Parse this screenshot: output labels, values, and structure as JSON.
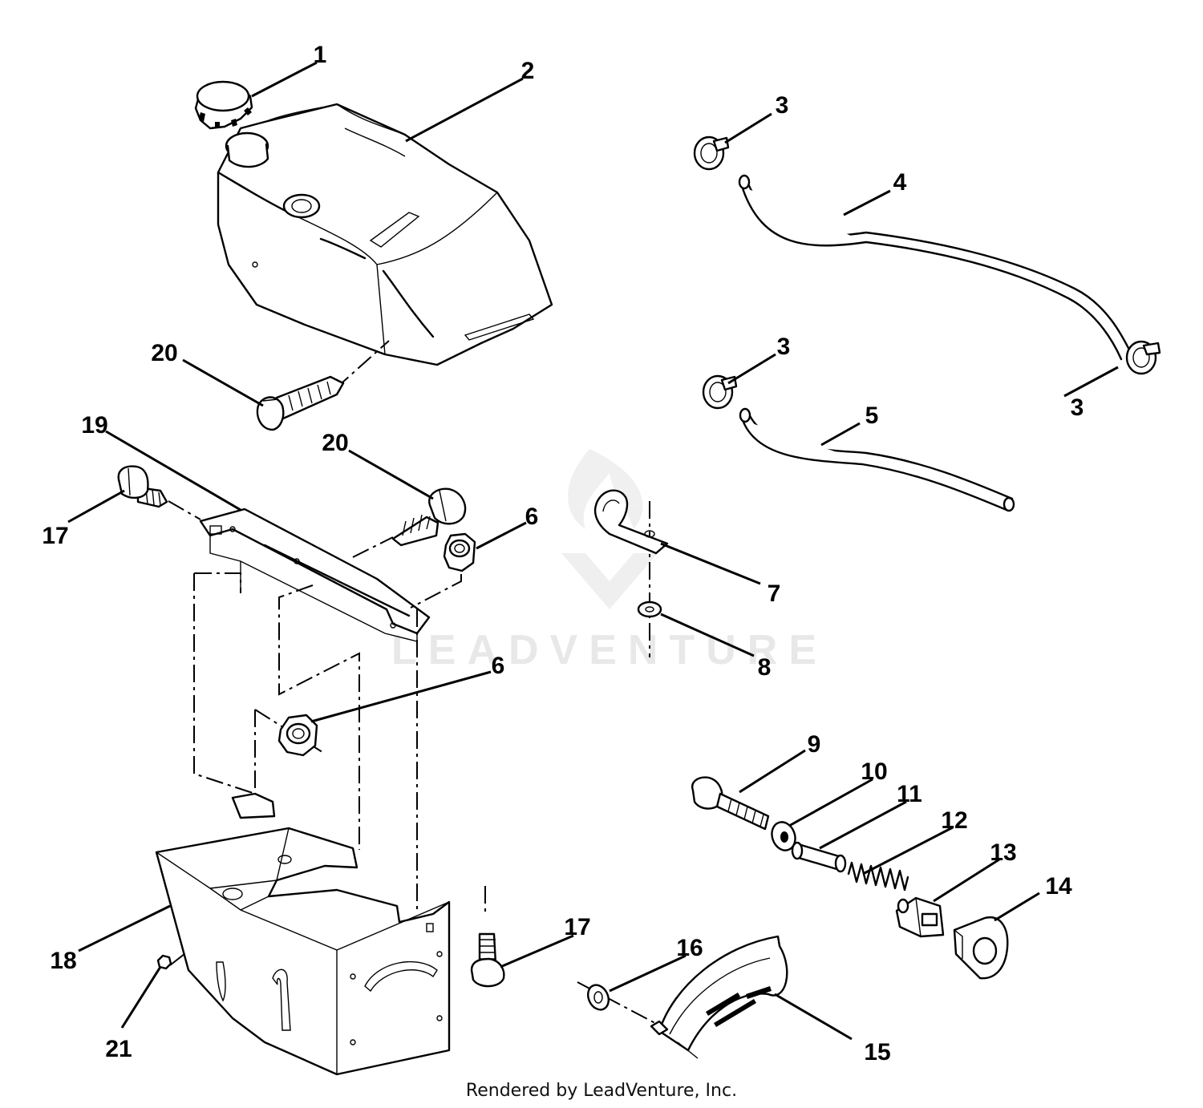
{
  "footer": {
    "credit": "Rendered by LeadVenture, Inc."
  },
  "watermark": {
    "text": "LEADVENTURE"
  },
  "callouts": [
    "1",
    "2",
    "3",
    "4",
    "3",
    "5",
    "3",
    "20",
    "19",
    "20",
    "17",
    "6",
    "7",
    "8",
    "6",
    "9",
    "10",
    "11",
    "12",
    "13",
    "14",
    "17",
    "16",
    "15",
    "18",
    "21"
  ],
  "parts": [
    {
      "number": "1",
      "name": "fuel-cap"
    },
    {
      "number": "2",
      "name": "fuel-tank"
    },
    {
      "number": "3",
      "name": "hose-clamp"
    },
    {
      "number": "4",
      "name": "fuel-hose-long"
    },
    {
      "number": "5",
      "name": "fuel-hose-short"
    },
    {
      "number": "6",
      "name": "hex-nut"
    },
    {
      "number": "7",
      "name": "hose-clip"
    },
    {
      "number": "8",
      "name": "washer"
    },
    {
      "number": "9",
      "name": "hex-bolt"
    },
    {
      "number": "10",
      "name": "flat-washer"
    },
    {
      "number": "11",
      "name": "spacer"
    },
    {
      "number": "12",
      "name": "spring"
    },
    {
      "number": "13",
      "name": "lever-block"
    },
    {
      "number": "14",
      "name": "cam"
    },
    {
      "number": "15",
      "name": "throttle-plate"
    },
    {
      "number": "16",
      "name": "push-nut"
    },
    {
      "number": "17",
      "name": "shoulder-bolt"
    },
    {
      "number": "18",
      "name": "dash-panel"
    },
    {
      "number": "19",
      "name": "tank-bracket"
    },
    {
      "number": "20",
      "name": "screw"
    },
    {
      "number": "21",
      "name": "nut"
    }
  ]
}
